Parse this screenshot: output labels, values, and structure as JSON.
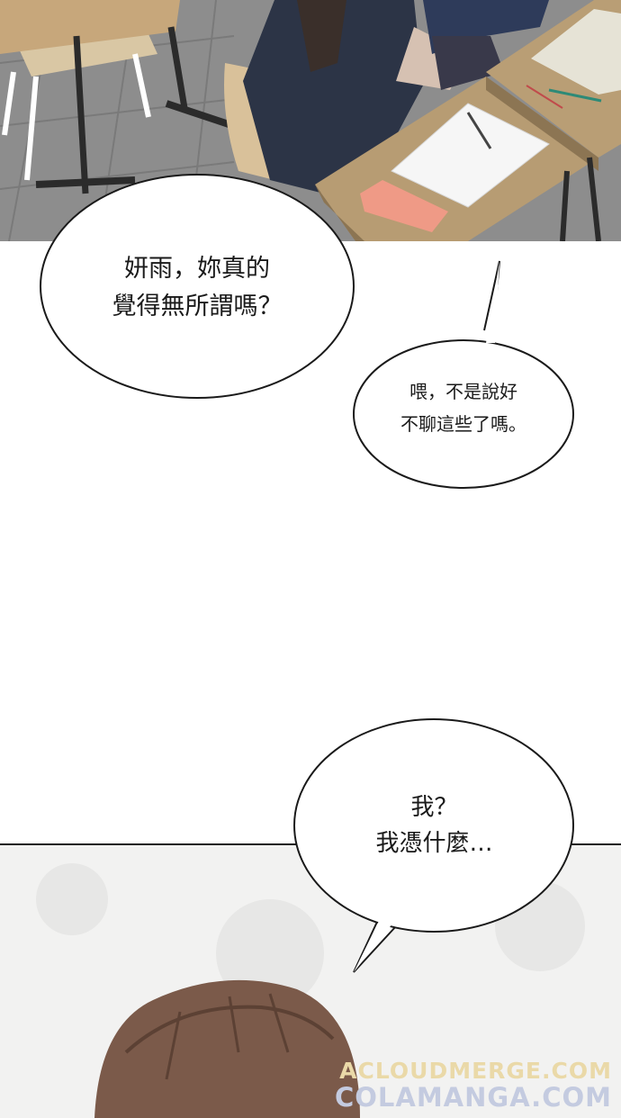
{
  "bubbles": {
    "b1": "妍雨，妳真的\n覺得無所謂嗎？",
    "b2": "喂，不是說好\n不聊這些了嗎。",
    "b3": "我？\n我憑什麼…"
  },
  "watermark": {
    "line1": "ACLOUDMERGE.COM",
    "line2": "COLAMANGA.COM"
  }
}
